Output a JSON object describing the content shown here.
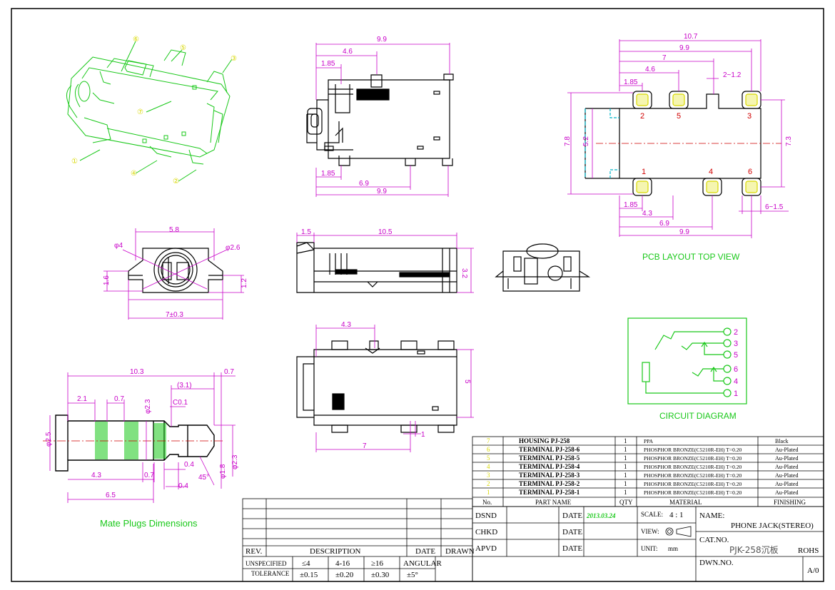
{
  "top_dims": {
    "total": "9.9",
    "d46": "4.6",
    "d185": "1.85",
    "b185": "1.85",
    "b69": "6.9",
    "b99": "9.9"
  },
  "pcb_dims": {
    "d107": "10.7",
    "d99": "9.9",
    "d7": "7",
    "d46": "4.6",
    "d2": "2~1.2",
    "d185": "1.85",
    "v78": "7.8",
    "v52": "5.2",
    "v73": "7.3",
    "b185": "1.85",
    "b43": "4.3",
    "b69": "6.9",
    "b99": "9.9",
    "b615": "6~1.5"
  },
  "pads": {
    "p2": "2",
    "p5": "5",
    "p3": "3",
    "p1": "1",
    "p4": "4",
    "p6": "6"
  },
  "pcb_caption": "PCB LAYOUT TOP VIEW",
  "front_dims": {
    "d58": "5.8",
    "phi4": "φ4",
    "phi26": "φ2.6",
    "v16": "1.6",
    "v12": "1.2",
    "w7": "7±0.3"
  },
  "side_dims": {
    "d15": "1.5",
    "d105": "10.5",
    "v32": "3.2"
  },
  "bottom_dims": {
    "d43": "4.3",
    "v5": "5",
    "d7": "7",
    "d1": "1"
  },
  "plug_dims": {
    "d103": "10.3",
    "d07a": "0.7",
    "d31": "(3.1)",
    "d21": "2.1",
    "d07b": "0.7",
    "c01": "C0.1",
    "phi23": "φ2.3",
    "phi25": "φ2.5",
    "d43": "4.3",
    "d07c": "0.7",
    "d04a": "0.4",
    "d04b": "0.4",
    "ang": "45°",
    "phi18": "φ1.8",
    "phi23b": "φ2.3",
    "d65": "6.5"
  },
  "plug_caption": "Mate Plugs Dimensions",
  "circuit": {
    "caption": "CIRCUIT DIAGRAM",
    "n2": "2",
    "n3": "3",
    "n5": "5",
    "n6": "6",
    "n4": "4",
    "n1": "1"
  },
  "callouts": {
    "c6": "⑥",
    "c5": "⑤",
    "c3": "③",
    "c7": "⑦",
    "c1": "①",
    "c4": "④",
    "c2": "②"
  },
  "bom": [
    {
      "no": "7",
      "part": "HOUSING PJ-258",
      "qty": "1",
      "material": "PPA",
      "finishing": "Black"
    },
    {
      "no": "6",
      "part": "TERMINAL PJ-258-6",
      "qty": "1",
      "material": "PHOSPHOR BRONZE(C5210R-EH) T=0.20",
      "finishing": "Au-Plated"
    },
    {
      "no": "5",
      "part": "TERMINAL PJ-258-5",
      "qty": "1",
      "material": "PHOSPHOR BRONZE(C5210R-EH) T=0.20",
      "finishing": "Au-Plated"
    },
    {
      "no": "4",
      "part": "TERMINAL PJ-258-4",
      "qty": "1",
      "material": "PHOSPHOR BRONZE(C5210R-EH) T=0.20",
      "finishing": "Au-Plated"
    },
    {
      "no": "3",
      "part": "TERMINAL PJ-258-3",
      "qty": "1",
      "material": "PHOSPHOR BRONZE(C5210R-EH) T=0.20",
      "finishing": "Au-Plated"
    },
    {
      "no": "2",
      "part": "TERMINAL PJ-258-2",
      "qty": "1",
      "material": "PHOSPHOR BRONZE(C5210R-EH) T=0.20",
      "finishing": "Au-Plated"
    },
    {
      "no": "1",
      "part": "TERMINAL PJ-258-1",
      "qty": "1",
      "material": "PHOSPHOR BRONZE(C5210R-EH) T=0.20",
      "finishing": "Au-Plated"
    }
  ],
  "bom_header": {
    "no": "No.",
    "part": "PART  NAME",
    "qty": "QTY",
    "material": "MATERIAL",
    "finishing": "FINISHING"
  },
  "title_block": {
    "dsnd": "DSND",
    "chkd": "CHKD",
    "apvd": "APVD",
    "date1": "DATE",
    "date2": "DATE",
    "date3": "DATE",
    "date_val": "2013.03.24",
    "scale_label": "SCALE:",
    "scale_val": "4 : 1",
    "view_label": "VIEW:",
    "unit_label": "UNIT:",
    "unit_val": "mm",
    "name_label": "NAME:",
    "name_val": "PHONE JACK(STEREO)",
    "cat_label": "CAT.NO.",
    "cat_val": "PJK-258沉板",
    "rohs": "ROHS",
    "dwn_label": "DWN.NO.",
    "rev_val": "A/0"
  },
  "revision_block": {
    "rev": "REV.",
    "description": "DESCRIPTION",
    "date": "DATE",
    "drawn": "DRAWN",
    "unspec": "UNSPECIFIED",
    "tolerance": "TOLERANCE",
    "c1h": "≤4",
    "c2h": "4-16",
    "c3h": "≥16",
    "c4h": "ANGULAR",
    "c1v": "±0.15",
    "c2v": "±0.20",
    "c3v": "±0.30",
    "c4v": "±5°"
  },
  "colors": {
    "dimension": "#c800c8",
    "green": "#19c819",
    "yellow": "#e6e600",
    "red": "#d00000",
    "cyan": "#00b4c8"
  }
}
